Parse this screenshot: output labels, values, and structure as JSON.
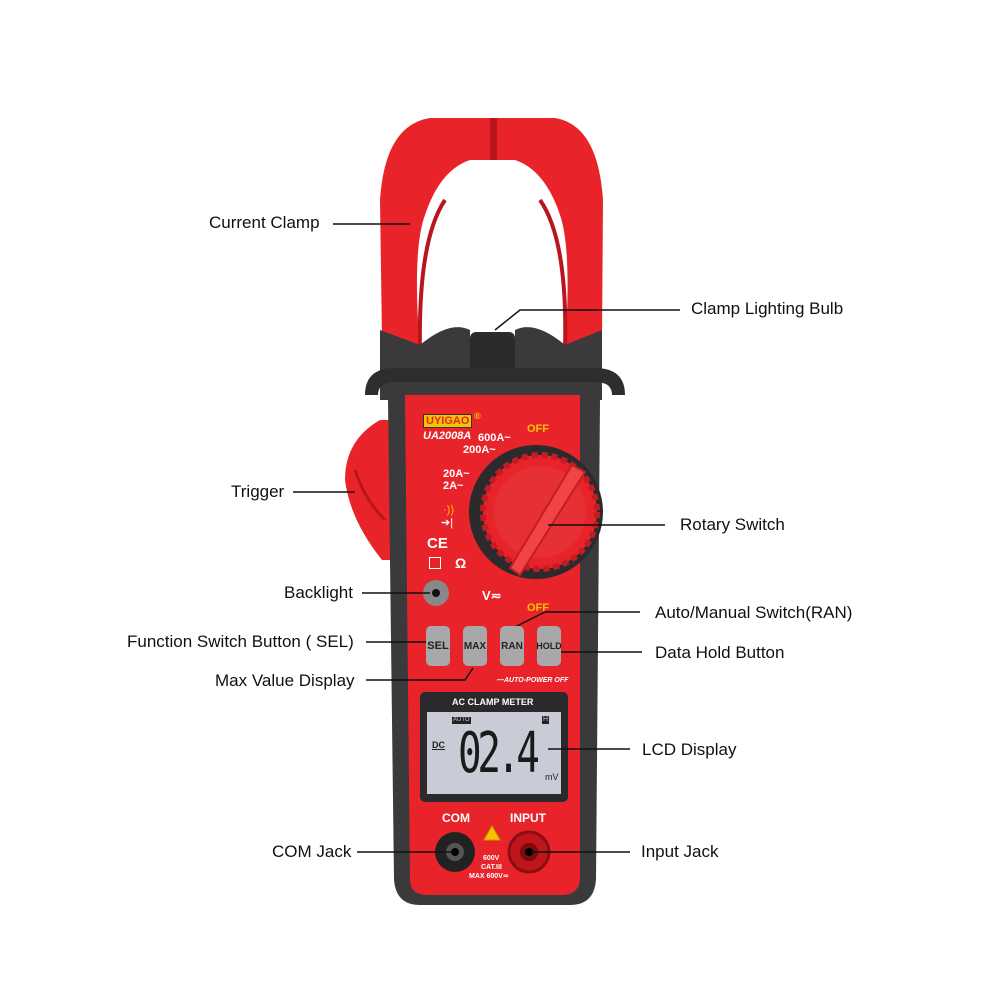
{
  "callouts": {
    "current_clamp": "Current Clamp",
    "clamp_lighting_bulb": "Clamp Lighting Bulb",
    "trigger": "Trigger",
    "rotary_switch": "Rotary Switch",
    "backlight": "Backlight",
    "auto_manual_switch": "Auto/Manual Switch(RAN)",
    "function_switch": "Function Switch Button ( SEL)",
    "data_hold": "Data Hold Button",
    "max_value": "Max Value Display",
    "lcd_display": "LCD Display",
    "com_jack": "COM Jack",
    "input_jack": "Input Jack"
  },
  "device": {
    "brand": "UYIGAO",
    "registered": "®",
    "model": "UA2008A",
    "dial_labels": {
      "off": "OFF",
      "a600": "600A~",
      "a200": "200A~",
      "a20": "20A~",
      "a2": "2A~",
      "ohm": "Ω",
      "volt": "V≂",
      "ce": "CE"
    },
    "ran_off": "OFF",
    "buttons": [
      "SEL",
      "MAX",
      "RAN",
      "HOLD"
    ],
    "auto_power_off": "—AUTO-POWER OFF",
    "lcd": {
      "header": "AC CLAMP METER",
      "auto": "AUTO",
      "hold": "H",
      "dc": "DC",
      "reading": "02.4",
      "unit": "mV"
    },
    "jacks": {
      "com": "COM",
      "input": "INPUT",
      "rating1": "600V",
      "rating2": "CAT.III",
      "rating3": "MAX 600V≂"
    }
  },
  "colors": {
    "body_red": "#e8242a",
    "dark_gray": "#3a3a3c",
    "lcd": "#c9ccd6",
    "yellow": "#f5c400"
  }
}
